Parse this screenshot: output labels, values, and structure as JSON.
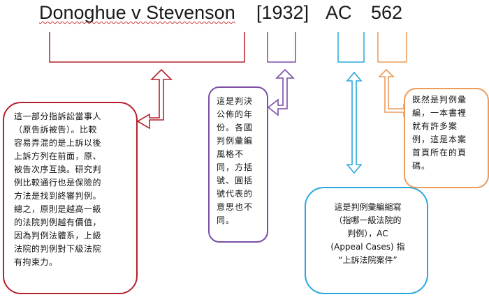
{
  "citation": {
    "case_name": "Donoghue v Stevenson",
    "year": "[1932]",
    "series": "AC",
    "page": "562"
  },
  "notes": {
    "party": "這一部分指訴訟當事人\n（原告訴被告）。比較\n容易弄混的是上訴以後\n上訴方列在前面，原、\n被告次序互換。研究判\n例比較通行也是保險的\n方法是找到終審判例。\n總之，原則是越高一級\n的法院判例越有價值，\n因為判例法體系，上級\n法院的判例對下級法院\n有拘束力。",
    "year": "這是判決\n公佈的年\n份。各國\n判例彙編\n風格不\n同，方括\n號、圓括\n號代表的\n意思也不\n同。",
    "series": "這是判例彙編縮寫\n（指哪一級法院的\n判例），AC\n(Appeal Cases) 指\n“上訴法院案件”",
    "page": "既然是判例彙\n編，一本書裡\n就有許多案\n例，這是本案\n首頁所在的頁\n碼。"
  },
  "colors": {
    "party": "#b4222c",
    "year": "#7a4fa6",
    "series": "#27a8dc",
    "page": "#ec9b5a"
  }
}
